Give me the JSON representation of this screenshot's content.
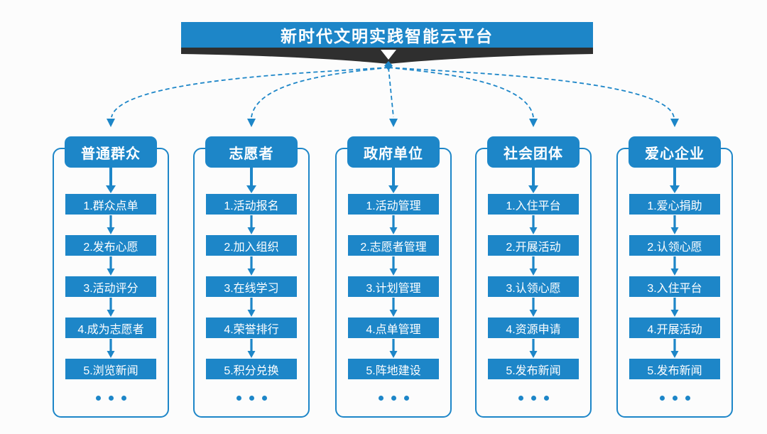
{
  "colors": {
    "accent": "#1d86c8",
    "ribbon": "#2f2f2f",
    "background": "#fcfcfc",
    "text_on_accent": "#ffffff"
  },
  "banner": {
    "title": "新时代文明实践智能云平台"
  },
  "columns": [
    {
      "title": "普通群众",
      "items": [
        "1.群众点单",
        "2.发布心愿",
        "3.活动评分",
        "4.成为志愿者",
        "5.浏览新闻"
      ]
    },
    {
      "title": "志愿者",
      "items": [
        "1.活动报名",
        "2.加入组织",
        "3.在线学习",
        "4.荣誉排行",
        "5.积分兑换"
      ]
    },
    {
      "title": "政府单位",
      "items": [
        "1.活动管理",
        "2.志愿者管理",
        "3.计划管理",
        "4.点单管理",
        "5.阵地建设"
      ]
    },
    {
      "title": "社会团体",
      "items": [
        "1.入住平台",
        "2.开展活动",
        "3.认领心愿",
        "4.资源申请",
        "5.发布新闻"
      ]
    },
    {
      "title": "爱心企业",
      "items": [
        "1.爱心捐助",
        "2.认领心愿",
        "3.入住平台",
        "4.开展活动",
        "5.发布新闻"
      ]
    }
  ],
  "more_indicator": "...",
  "icons": {
    "banner_pointer": "down-triangle",
    "apex_marker": "diamond",
    "connector": "dashed-curved-arrow",
    "flow_arrow": "down-arrow",
    "more": "ellipsis-dots"
  }
}
